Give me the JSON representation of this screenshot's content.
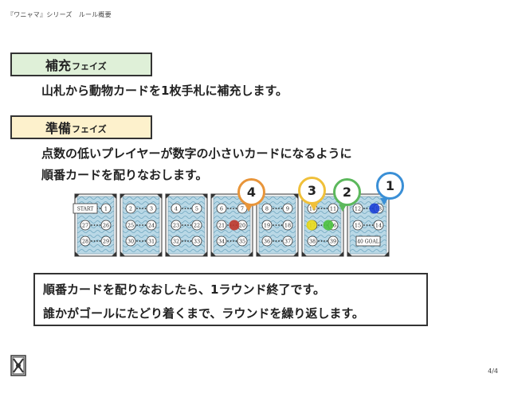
{
  "header": {
    "title": "『ワニャマ』シリーズ　ルール概要"
  },
  "phases": [
    {
      "name": "補充",
      "suffix": "フェイズ",
      "text_lines": [
        "山札から動物カードを1枚手札に補充します。"
      ]
    },
    {
      "name": "準備",
      "suffix": "フェイズ",
      "text_lines": [
        "点数の低いプレイヤーが数字の小さいカードになるように",
        "順番カードを配りなおします。"
      ]
    }
  ],
  "board": {
    "cards": [
      {
        "labels": [
          "START",
          "1",
          "27",
          "26",
          "28",
          "29"
        ]
      },
      {
        "labels": [
          "2",
          "3",
          "25",
          "24",
          "30",
          "31"
        ]
      },
      {
        "labels": [
          "4",
          "5",
          "23",
          "22",
          "32",
          "33"
        ]
      },
      {
        "labels": [
          "6",
          "7",
          "21",
          "20",
          "34",
          "35"
        ]
      },
      {
        "labels": [
          "8",
          "9",
          "19",
          "18",
          "36",
          "37"
        ]
      },
      {
        "labels": [
          "10",
          "11",
          "17",
          "16",
          "38",
          "39"
        ]
      },
      {
        "labels": [
          "12",
          "13",
          "15",
          "14",
          "40 GOAL",
          ""
        ]
      }
    ],
    "bubbles": [
      {
        "number": "4",
        "color": "#e8953a",
        "fill": "#c0392b"
      },
      {
        "number": "3",
        "color": "#f0c03a",
        "fill": "#e6d818"
      },
      {
        "number": "2",
        "color": "#5cb85c",
        "fill": "#4cc23e"
      },
      {
        "number": "1",
        "color": "#3a8fd6",
        "fill": "#1a3fd6"
      }
    ]
  },
  "summary": {
    "lines": [
      "順番カードを配りなおしたら、1ラウンド終了です。",
      "誰かがゴールにたどり着くまで、ラウンドを繰り返します。"
    ]
  },
  "footer": {
    "page": "4/4"
  }
}
